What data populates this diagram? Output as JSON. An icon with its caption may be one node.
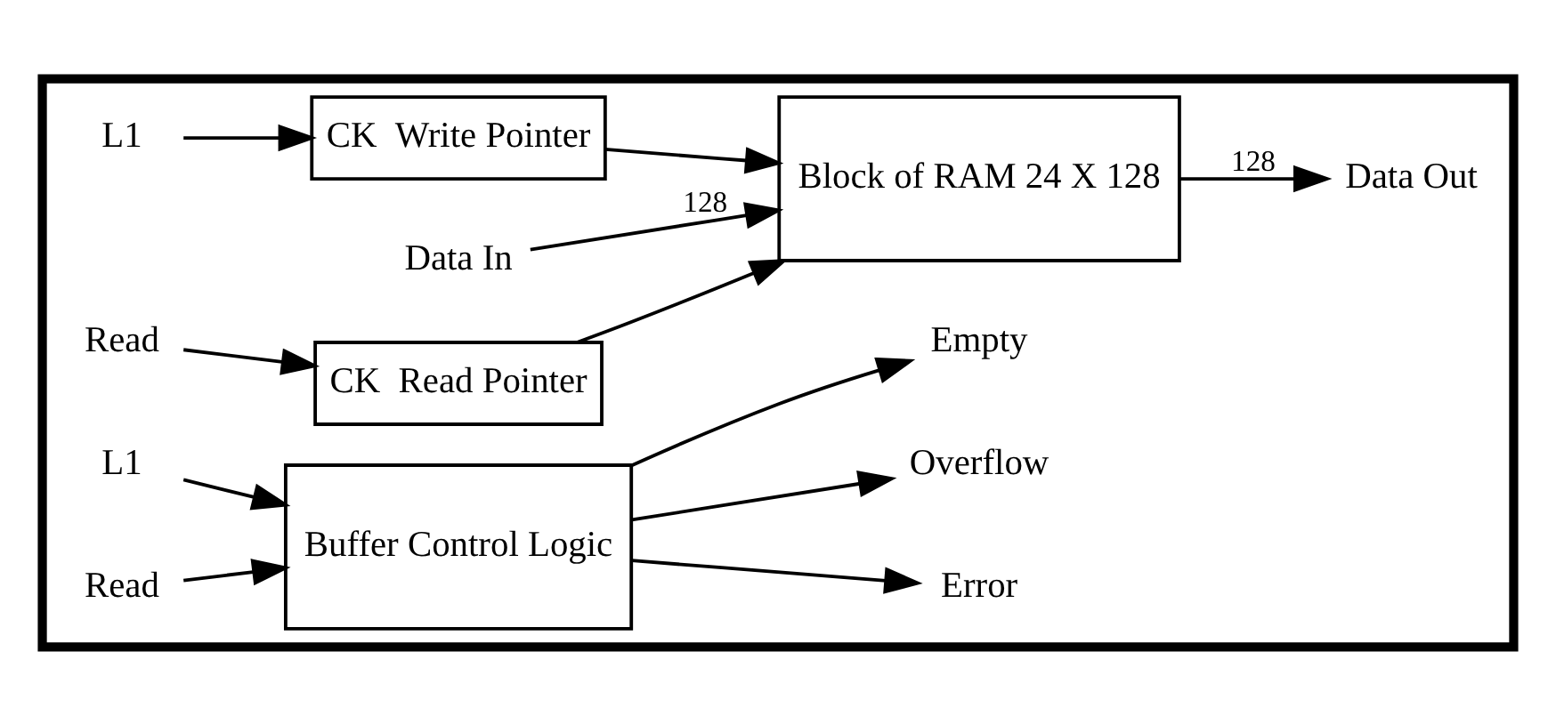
{
  "diagram": {
    "nodes": [
      {
        "text": [],
        "shape": "box"
      },
      {
        "text": [
          "L1"
        ],
        "in": 0
      },
      {
        "text": [
          "CK",
          "Write Pointer"
        ],
        "in": 0
      },
      {
        "text": [
          "Data In"
        ],
        "in": 0
      },
      {
        "text": [
          "Block of RAM 24 X 128"
        ],
        "in": 0
      },
      {
        "text": [
          "Data Out"
        ],
        "in": 0
      },
      {
        "text": [
          "Read"
        ],
        "in": 0
      },
      {
        "text": [
          "CK",
          "Read Pointer"
        ],
        "in": 0
      },
      {
        "text": [
          "Buffer Control Logic"
        ],
        "in": 0
      },
      {
        "text": [
          "Error"
        ],
        "in": 0
      },
      {
        "text": [
          "Overflow"
        ],
        "in": 0
      },
      {
        "text": [
          "Empty"
        ],
        "in": 0
      },
      {
        "text": [
          "L1"
        ],
        "in": 0
      },
      {
        "text": [
          "Read"
        ],
        "in": 0
      }
    ],
    "edges": [
      {
        "from": 1,
        "to": 2,
        "arrow": "to"
      },
      {
        "from": 2,
        "to": 4,
        "arrow": "to"
      },
      {
        "from": 3,
        "to": 4,
        "arrow": "to",
        "label": "128"
      },
      {
        "from": 4,
        "to": 5,
        "arrow": "to",
        "label": "128"
      },
      {
        "from": 6,
        "to": 7,
        "arrow": "to"
      },
      {
        "from": 7,
        "to": 4,
        "arrow": "to"
      },
      {
        "from": 8,
        "to": 9,
        "arrow": "to"
      },
      {
        "from": 8,
        "to": 10,
        "arrow": "to"
      },
      {
        "from": 8,
        "to": 11,
        "arrow": "to"
      },
      {
        "from": 12,
        "to": 8,
        "arrow": "to"
      },
      {
        "from": 13,
        "to": 8,
        "arrow": "to"
      }
    ]
  }
}
